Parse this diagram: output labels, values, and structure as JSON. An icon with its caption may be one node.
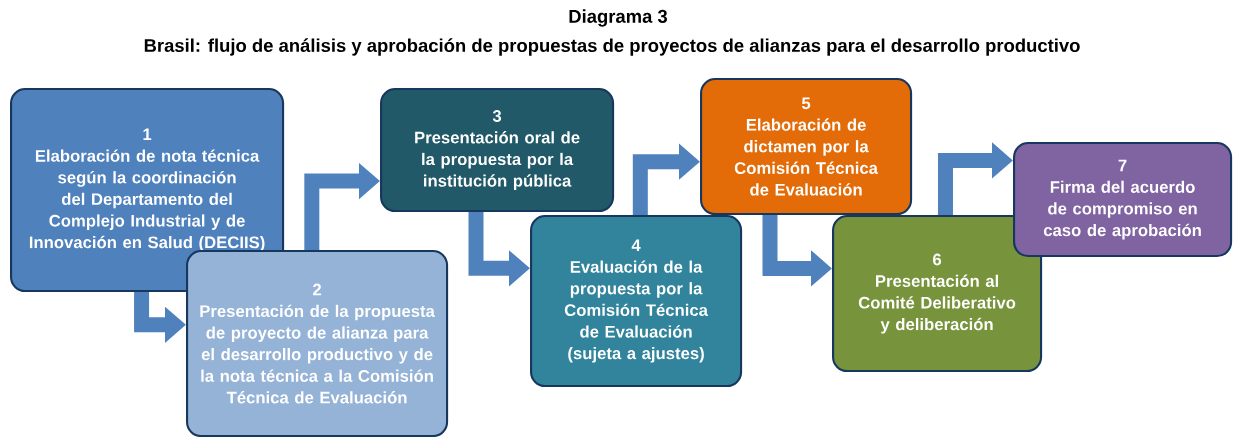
{
  "diagram": {
    "title": "Diagrama 3",
    "caption": "Brasil: flujo de análisis y aprobación de propuestas de proyectos de alianzas para el desarrollo productivo",
    "nodes": [
      {
        "text": [
          "1",
          "Elaboración de nota técnica según la coordinación del Departamento del Complejo Industrial y de Innovación en Salud (DECIIS)"
        ]
      },
      {
        "text": [
          "2",
          "Presentación de la propuesta de proyecto de alianza para el desarrollo productivo y de la nota técnica a la Comisión Técnica de Evaluación"
        ]
      },
      {
        "text": [
          "3",
          "Presentación oral de la propuesta por la institución pública"
        ]
      },
      {
        "text": [
          "4",
          "Evaluación de la propuesta por la Comisión Técnica de Evaluación (sujeta a ajustes)"
        ]
      },
      {
        "text": [
          "5",
          "Elaboración de dictamen por la Comisión Técnica de Evaluación"
        ]
      },
      {
        "text": [
          "6",
          "Presentación al Comité Deliberativo y deliberación"
        ]
      },
      {
        "text": [
          "7",
          "Firma del acuerdo de compromiso en caso de aprobación"
        ]
      }
    ],
    "edges": [
      {
        "from": 0,
        "to": 1,
        "arrow": "to"
      },
      {
        "from": 1,
        "to": 2,
        "arrow": "to"
      },
      {
        "from": 2,
        "to": 3,
        "arrow": "to"
      },
      {
        "from": 3,
        "to": 4,
        "arrow": "to"
      },
      {
        "from": 4,
        "to": 5,
        "arrow": "to"
      },
      {
        "from": 5,
        "to": 6,
        "arrow": "to"
      }
    ]
  }
}
